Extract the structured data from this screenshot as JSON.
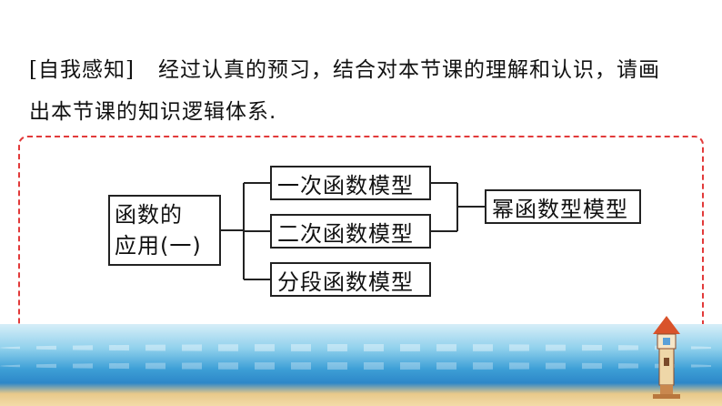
{
  "intro": {
    "bracket_label": "[自我感知]",
    "line1": "经过认真的预习，结合对本节课的理解和认识，请画",
    "line2": "出本节课的知识逻辑体系."
  },
  "diagram": {
    "root": {
      "line1": "函数的",
      "line2": "应用(一)"
    },
    "branches": [
      "一次函数模型",
      "二次函数模型",
      "分段函数模型"
    ],
    "merged": "幂函数型模型"
  },
  "colors": {
    "frame_border": "#e23a3a",
    "node_border": "#222222",
    "sea": "#2d87c8",
    "sand": "#f3dba8"
  },
  "icons": [
    "lighthouse-icon"
  ]
}
